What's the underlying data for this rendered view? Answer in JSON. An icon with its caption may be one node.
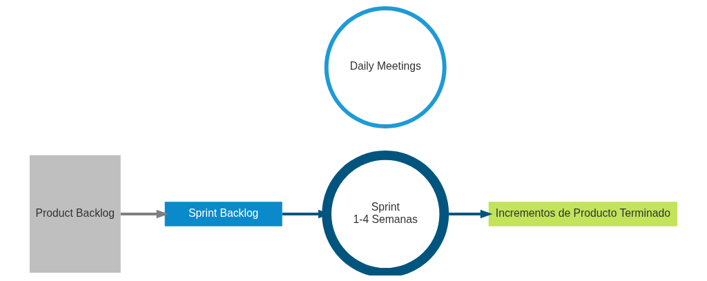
{
  "diagram": {
    "nodes": [
      {
        "text": [
          "Product Backlog"
        ]
      },
      {
        "text": [
          "Sprint Backlog"
        ]
      },
      {
        "text": [
          "Daily Meetings"
        ]
      },
      {
        "text": [
          "Sprint",
          "1-4 Semanas"
        ]
      },
      {
        "text": [
          "Incrementos de Producto Terminado"
        ]
      }
    ],
    "edges": [
      {
        "from": 0,
        "to": 1,
        "arrow": "to",
        "color": "#7f7f7f"
      },
      {
        "from": 1,
        "to": 3,
        "arrow": "to"
      },
      {
        "from": 3,
        "to": 4,
        "arrow": "to"
      }
    ]
  }
}
